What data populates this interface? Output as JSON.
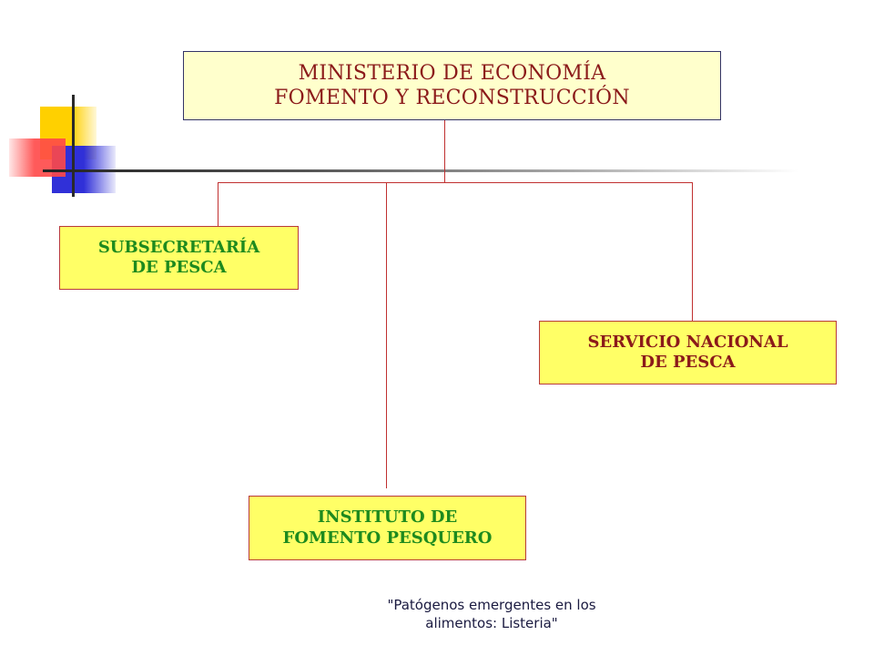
{
  "ministry": {
    "line1": "MINISTERIO  DE  ECONOMÍA",
    "line2": "FOMENTO  Y  RECONSTRUCCIÓN"
  },
  "subsecretaria": {
    "line1": "SUBSECRETARÍA",
    "line2": "DE  PESCA"
  },
  "servicio": {
    "line1": "SERVICIO  NACIONAL",
    "line2": "DE  PESCA"
  },
  "instituto": {
    "line1": "INSTITUTO  DE",
    "line2": "FOMENTO  PESQUERO"
  },
  "footer": {
    "line1": "\"Patógenos emergentes en los",
    "line2": "alimentos:  Listeria\""
  },
  "colors": {
    "top_box_fill": "#ffffcc",
    "child_box_fill": "#ffff66",
    "connector": "#c03030",
    "green_text": "#1e8a1e",
    "red_text": "#8b1a1a"
  }
}
